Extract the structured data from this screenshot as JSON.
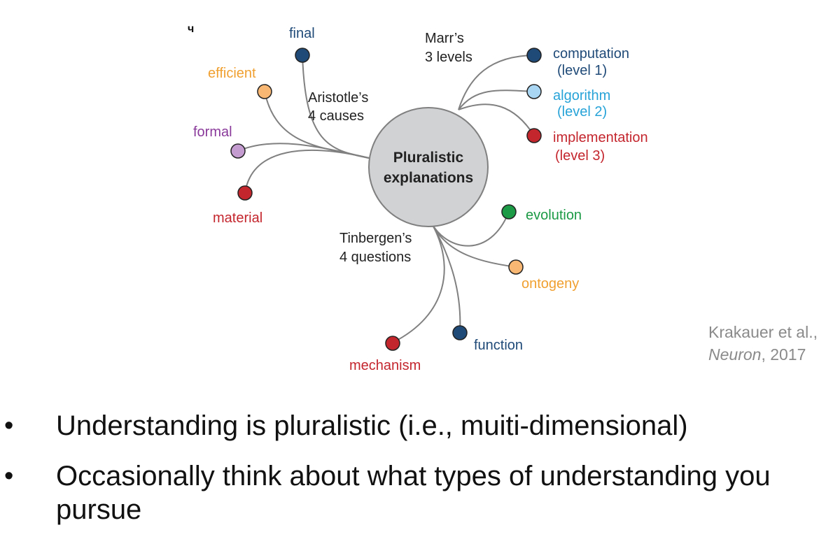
{
  "colors": {
    "hub_fill": "#d0d2d4",
    "branch_line": "#808080",
    "dark_blue": "#1f4a78",
    "light_blue": "#27a3d8",
    "light_blue_dot": "#a9d6f2",
    "red": "#c4262e",
    "orange": "#f0a030",
    "orange_dot": "#f8b772",
    "purple": "#8a3a9a",
    "purple_dot": "#c59cd0",
    "green": "#1c9a45",
    "citation_gray": "#8a8a8a"
  },
  "diagram": {
    "corner_mark": "ч",
    "hub": {
      "line1": "Pluralistic",
      "line2": "explanations"
    },
    "groups": {
      "aristotle": {
        "line1": "Aristotle’s",
        "line2": "4 causes"
      },
      "marr": {
        "line1": "Marr’s",
        "line2": "3 levels"
      },
      "tinbergen": {
        "line1": "Tinbergen’s",
        "line2": "4 questions"
      }
    },
    "nodes": {
      "final": {
        "label": "final",
        "color": "#1f4a78",
        "dot": "#1f4a78"
      },
      "efficient": {
        "label": "efficient",
        "color": "#f0a030",
        "dot": "#f8b772"
      },
      "formal": {
        "label": "formal",
        "color": "#8a3a9a",
        "dot": "#c59cd0"
      },
      "material": {
        "label": "material",
        "color": "#c4262e",
        "dot": "#c4262e"
      },
      "computation": {
        "label": "computation",
        "sub": "(level 1)",
        "color": "#1f4a78",
        "dot": "#1f4a78"
      },
      "algorithm": {
        "label": "algorithm",
        "sub": "(level 2)",
        "color": "#27a3d8",
        "dot": "#a9d6f2"
      },
      "implementation": {
        "label": "implementation",
        "sub": "(level 3)",
        "color": "#c4262e",
        "dot": "#c4262e"
      },
      "evolution": {
        "label": "evolution",
        "color": "#1c9a45",
        "dot": "#1c9a45"
      },
      "ontogeny": {
        "label": "ontogeny",
        "color": "#f0a030",
        "dot": "#f8b772"
      },
      "function": {
        "label": "function",
        "color": "#1f4a78",
        "dot": "#1f4a78"
      },
      "mechanism": {
        "label": "mechanism",
        "color": "#c4262e",
        "dot": "#c4262e"
      }
    }
  },
  "citation": {
    "authors": "Krakauer et al.,",
    "journal": "Neuron",
    "year_suffix": ", 2017"
  },
  "bullets": [
    "Understanding is pluralistic (i.e., muiti-dimensional)",
    "Occasionally think about what types of understanding you pursue"
  ],
  "bullet_symbol": "•"
}
